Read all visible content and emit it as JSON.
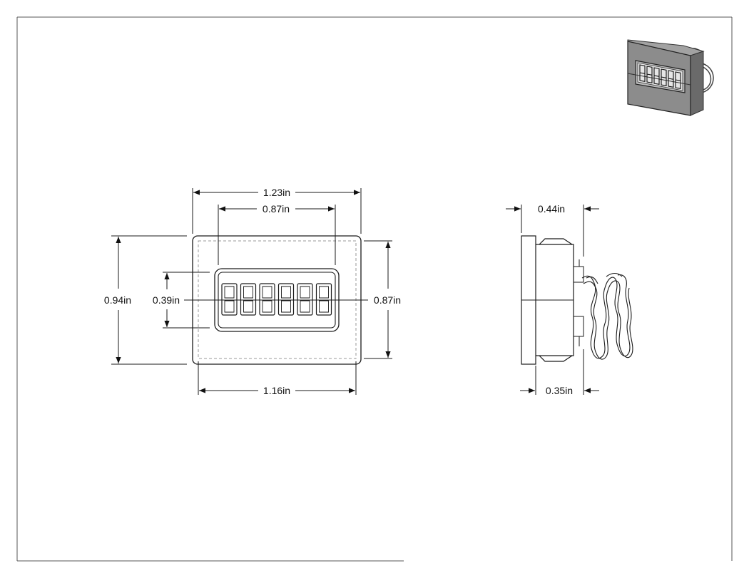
{
  "drawing": {
    "front_view": {
      "overall_width": "1.23in",
      "window_width": "0.87in",
      "overall_height": "0.94in",
      "window_height": "0.39in",
      "body_height": "0.87in",
      "body_width": "1.16in",
      "digit_count": 6
    },
    "side_view": {
      "overall_depth": "0.44in",
      "body_depth": "0.35in"
    }
  },
  "colors": {
    "line": "#1a1a1a",
    "hidden_line": "#9a9a9a",
    "iso_face": "#8c8c8c",
    "iso_side": "#6f6f6f",
    "iso_window": "#e6e6e6"
  }
}
